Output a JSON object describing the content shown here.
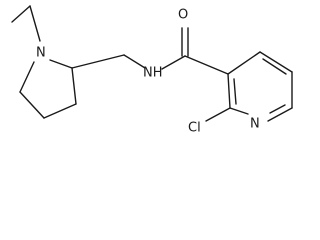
{
  "molecule": {
    "atoms": {
      "nitrogen_pyrrolidine": "N",
      "nitrogen_amide": "NH",
      "oxygen_carbonyl": "O",
      "nitrogen_pyridine": "N",
      "chlorine": "Cl"
    }
  }
}
